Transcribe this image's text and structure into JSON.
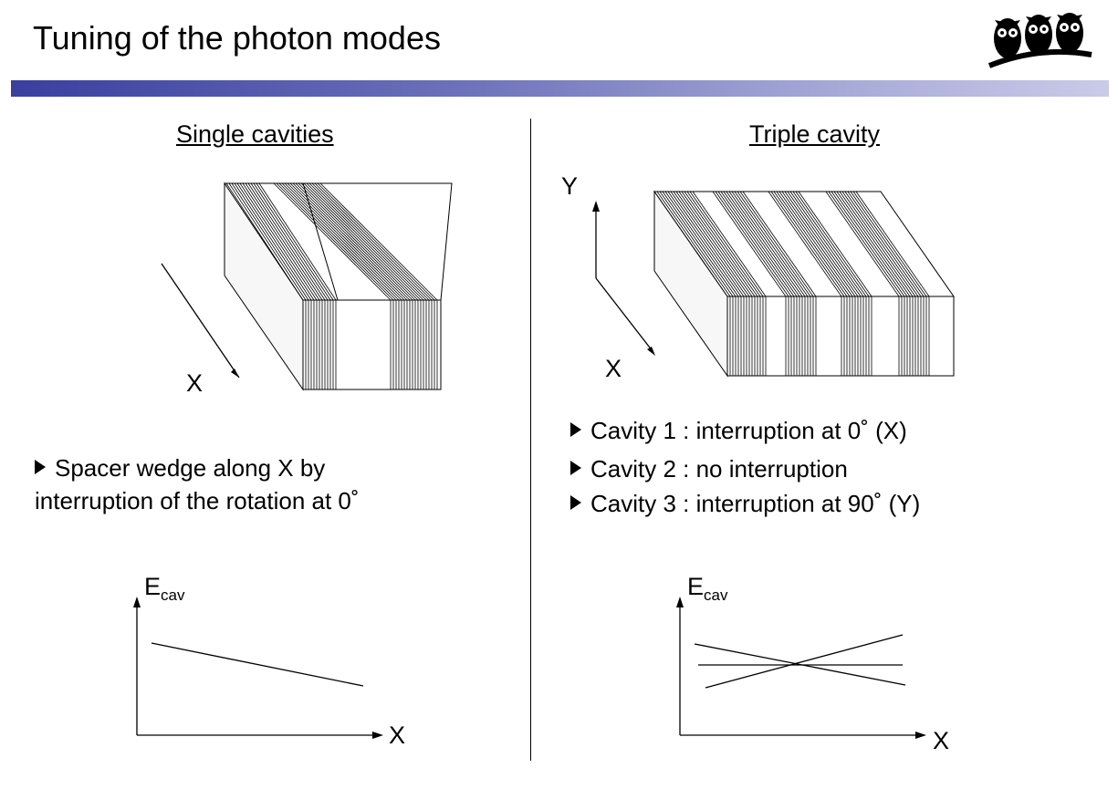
{
  "slide": {
    "title": "Tuning of the photon modes"
  },
  "left": {
    "heading": "Single cavities",
    "axis_x": "X",
    "bullet": [
      "Spacer wedge along X by",
      "interruption of the rotation at 0˚"
    ],
    "graph": {
      "ylabel_main": "E",
      "ylabel_sub": "cav",
      "xlabel": "X"
    }
  },
  "right": {
    "heading": "Triple cavity",
    "axis_y": "Y",
    "axis_x": "X",
    "bullets": [
      "Cavity 1 : interruption at 0˚ (X)",
      "Cavity 2 : no interruption",
      "Cavity 3 : interruption at 90˚ (Y)"
    ],
    "graph": {
      "ylabel_main": "E",
      "ylabel_sub": "cav",
      "xlabel": "X"
    }
  },
  "icons": {
    "logo": "owls-on-branch-logo",
    "bullet": "arrow-bullet-icon"
  },
  "colors": {
    "title_bar_start": "#3a3f9e",
    "title_bar_end": "#c9cbe8"
  }
}
